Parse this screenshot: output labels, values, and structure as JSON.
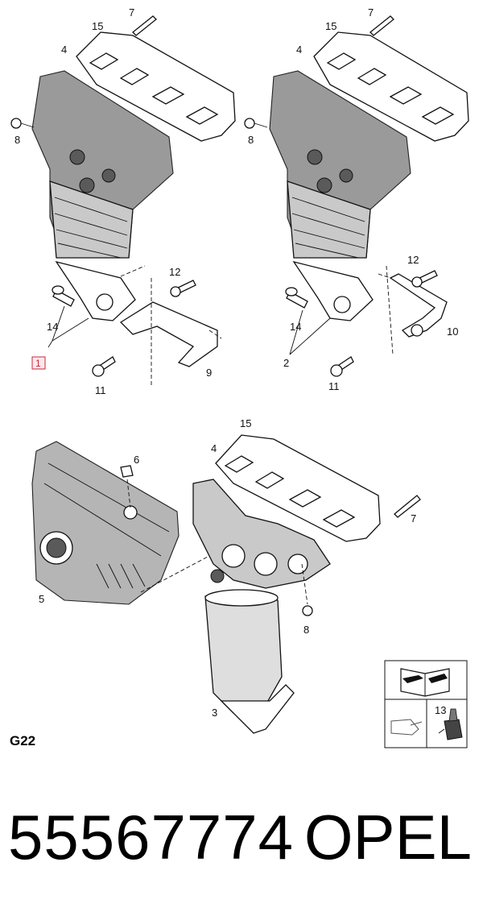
{
  "diagram": {
    "section_label": "G22",
    "reference_box": "1",
    "callouts": {
      "top_left": [
        "15",
        "7",
        "4",
        "8",
        "14",
        "12",
        "11",
        "9"
      ],
      "top_right": [
        "15",
        "7",
        "4",
        "8",
        "12",
        "14",
        "10",
        "2",
        "11"
      ],
      "bottom": [
        "15",
        "4",
        "6",
        "7",
        "5",
        "8",
        "3",
        "13"
      ]
    },
    "icons": [
      "manual-book-icon",
      "oil-can-icon",
      "sealant-tube-icon"
    ]
  },
  "footer": {
    "part_number": "55567774",
    "brand": "OPEL"
  }
}
